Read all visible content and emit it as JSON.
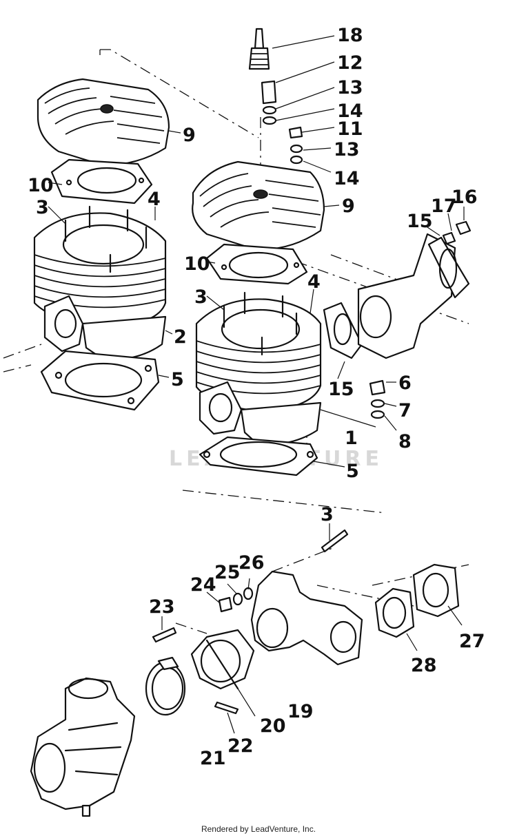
{
  "callouts": {
    "c18": "18",
    "c12": "12",
    "c13a": "13",
    "c14a": "14",
    "c11": "11",
    "c13b": "13",
    "c14b": "14",
    "c9a": "9",
    "c9b": "9",
    "c10a": "10",
    "c10b": "10",
    "c3a": "3",
    "c4a": "4",
    "c2": "2",
    "c5a": "5",
    "c3b": "3",
    "c4b": "4",
    "c15a": "15",
    "c17": "17",
    "c16": "16",
    "c15b": "15",
    "c6": "6",
    "c7": "7",
    "c8": "8",
    "c1": "1",
    "c5b": "5",
    "c3c": "3",
    "c24": "24",
    "c25": "25",
    "c26": "26",
    "c23": "23",
    "c27": "27",
    "c28": "28",
    "c19": "19",
    "c20": "20",
    "c21": "21",
    "c22": "22"
  },
  "watermark": "LEADVENTURE",
  "footer": "Rendered by LeadVenture, Inc."
}
